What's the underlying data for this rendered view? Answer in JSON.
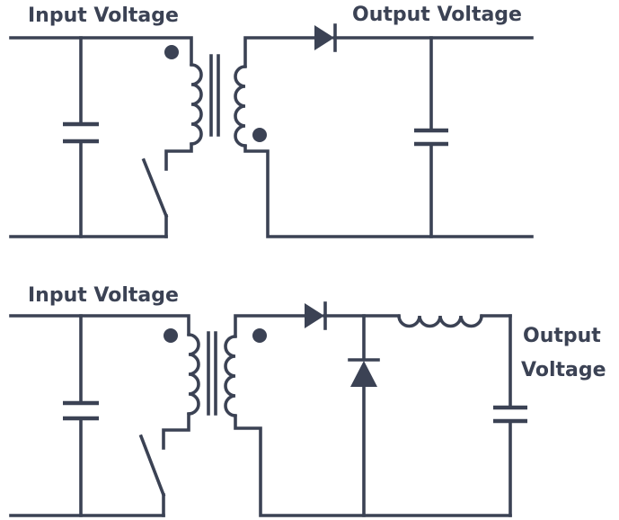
{
  "flyback": {
    "input_label": "Input Voltage",
    "output_label": "Output Voltage"
  },
  "forward": {
    "input_label": "Input Voltage",
    "output_label_line1": "Output",
    "output_label_line2": "Voltage"
  }
}
